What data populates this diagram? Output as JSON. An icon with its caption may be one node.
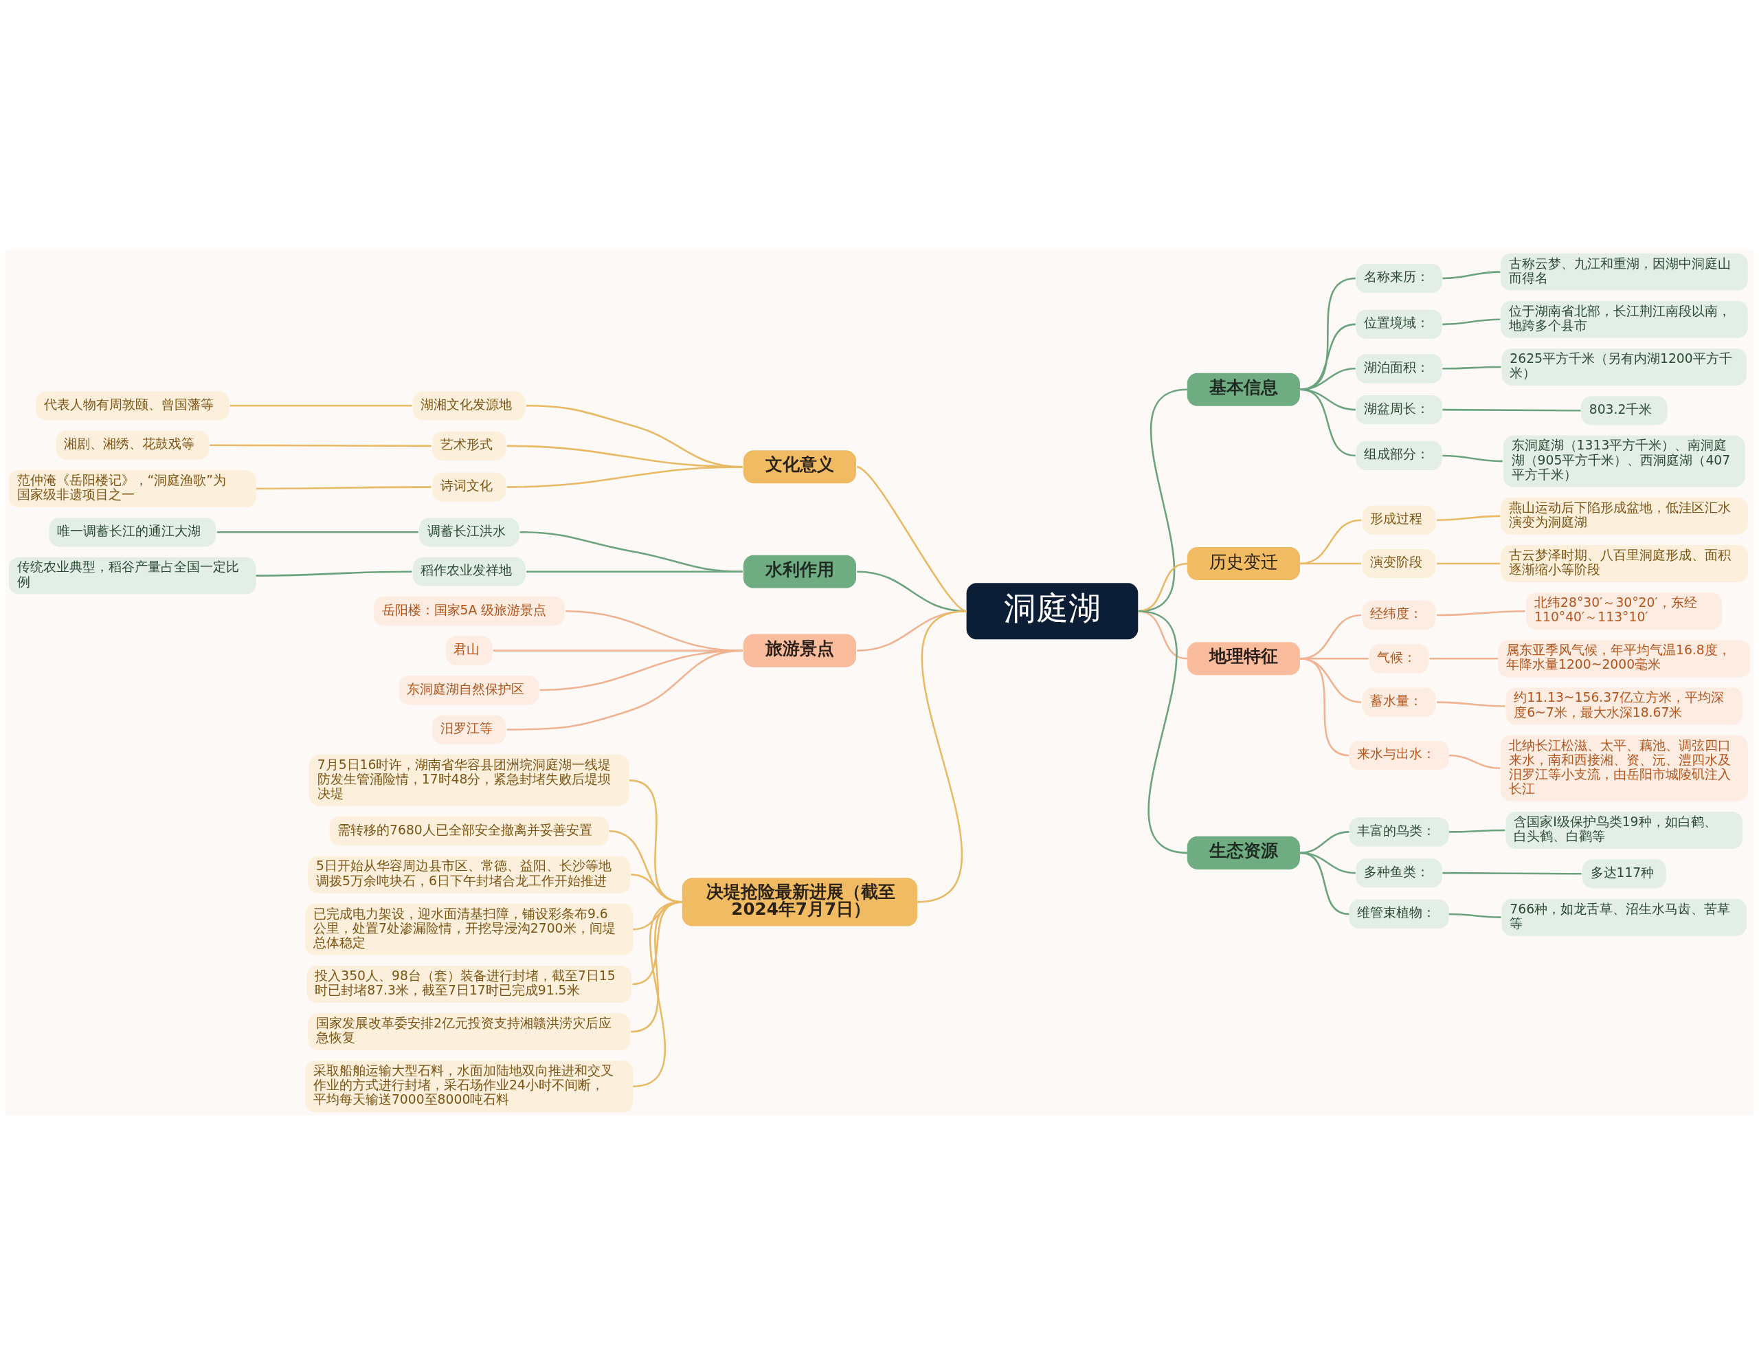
{
  "diagram": {
    "nodes": [
      {
        "text": [
          "洞庭湖"
        ]
      },
      {
        "text": [
          "基本信息"
        ]
      },
      {
        "text": [
          "名称来历："
        ]
      },
      {
        "text": [
          "古称云梦、九江和重湖，因湖中洞庭山而得名"
        ]
      },
      {
        "text": [
          "位置境域："
        ]
      },
      {
        "text": [
          "位于湖南省北部，长江荆江南段以南，地跨多个县市"
        ]
      },
      {
        "text": [
          "湖泊面积："
        ]
      },
      {
        "text": [
          "2625平方千米（另有内湖1200平方千米）"
        ]
      },
      {
        "text": [
          "湖盆周长："
        ]
      },
      {
        "text": [
          "803.2千米"
        ]
      },
      {
        "text": [
          "组成部分："
        ]
      },
      {
        "text": [
          "东洞庭湖（1313平方千米）、南洞庭湖（905平方千米）、西洞庭湖（407平方千米）"
        ]
      },
      {
        "text": [
          "历史变迁"
        ]
      },
      {
        "text": [
          "形成过程"
        ]
      },
      {
        "text": [
          "燕山运动后下陷形成盆地，低洼区汇水演变为洞庭湖"
        ]
      },
      {
        "text": [
          "演变阶段"
        ]
      },
      {
        "text": [
          "古云梦泽时期、八百里洞庭形成、面积逐渐缩小等阶段"
        ]
      },
      {
        "text": [
          "地理特征"
        ]
      },
      {
        "text": [
          "经纬度："
        ]
      },
      {
        "text": [
          "北纬28°30′～30°20′，东经110°40′～113°10′"
        ]
      },
      {
        "text": [
          "气候："
        ]
      },
      {
        "text": [
          "属东亚季风气候，年平均气温16.8度，年降水量1200~2000毫米"
        ]
      },
      {
        "text": [
          "蓄水量："
        ]
      },
      {
        "text": [
          "约11.13~156.37亿立方米，平均深度6~7米，最大水深18.67米"
        ]
      },
      {
        "text": [
          "来水与出水："
        ]
      },
      {
        "text": [
          "北纳长江松滋、太平、藕池、调弦四口来水，南和西接湘、资、沅、澧四水及汨罗江等小支流，由岳阳市城陵矶注入长江"
        ]
      },
      {
        "text": [
          "生态资源"
        ]
      },
      {
        "text": [
          "丰富的鸟类："
        ]
      },
      {
        "text": [
          "含国家Ⅰ级保护鸟类19种，如白鹤、白头鹤、白鹳等"
        ]
      },
      {
        "text": [
          "多种鱼类："
        ]
      },
      {
        "text": [
          "多达117种"
        ]
      },
      {
        "text": [
          "维管束植物："
        ]
      },
      {
        "text": [
          "766种，如龙舌草、沼生水马齿、苦草等"
        ]
      },
      {
        "text": [
          "文化意义"
        ]
      },
      {
        "text": [
          "湖湘文化发源地"
        ]
      },
      {
        "text": [
          "代表人物有周敦颐、曾国藩等"
        ]
      },
      {
        "text": [
          "艺术形式"
        ]
      },
      {
        "text": [
          "湘剧、湘绣、花鼓戏等"
        ]
      },
      {
        "text": [
          "诗词文化"
        ]
      },
      {
        "text": [
          "范仲淹《岳阳楼记》，“洞庭渔歌”为国家级非遗项目之一"
        ]
      },
      {
        "text": [
          "水利作用"
        ]
      },
      {
        "text": [
          "调蓄长江洪水"
        ]
      },
      {
        "text": [
          "唯一调蓄长江的通江大湖"
        ]
      },
      {
        "text": [
          "稻作农业发祥地"
        ]
      },
      {
        "text": [
          "传统农业典型，稻谷产量占全国一定比例"
        ]
      },
      {
        "text": [
          "旅游景点"
        ]
      },
      {
        "text": [
          "岳阳楼：国家5A 级旅游景点"
        ]
      },
      {
        "text": [
          "君山"
        ]
      },
      {
        "text": [
          "东洞庭湖自然保护区"
        ]
      },
      {
        "text": [
          "汨罗江等"
        ]
      },
      {
        "text": [
          "决堤抢险最新进展（截至2024年7月7日）"
        ]
      },
      {
        "text": [
          "7月5日16时许，湖南省华容县团洲垸洞庭湖一线堤防发生管涌险情，17时48分，紧急封堵失败后堤坝决堤"
        ]
      },
      {
        "text": [
          "需转移的7680人已全部安全撤离并妥善安置"
        ]
      },
      {
        "text": [
          "5日开始从华容周边县市区、常德、益阳、长沙等地调拨5万余吨块石，6日下午封堵合龙工作开始推进"
        ]
      },
      {
        "text": [
          "已完成电力架设，迎水面清基扫障，铺设彩条布9.6公里，处置7处渗漏险情，开挖导浸沟2700米，间堤总体稳定"
        ]
      },
      {
        "text": [
          "投入350人、98台（套）装备进行封堵，截至7日15时已封堵87.3米，截至7日17时已完成91.5米"
        ]
      },
      {
        "text": [
          "国家发展改革委安排2亿元投资支持湘赣洪涝灾后应急恢复"
        ]
      },
      {
        "text": [
          "采取船舶运输大型石料，水面加陆地双向推进和交叉作业的方式进行封堵，采石场作业24小时不间断，平均每天输送7000至8000吨石料"
        ]
      }
    ],
    "edges": [
      {
        "from": 0,
        "to": 1,
        "arrow": "none"
      },
      {
        "from": 1,
        "to": 2,
        "arrow": "none"
      },
      {
        "from": 2,
        "to": 3,
        "arrow": "none"
      },
      {
        "from": 1,
        "to": 4,
        "arrow": "none"
      },
      {
        "from": 4,
        "to": 5,
        "arrow": "none"
      },
      {
        "from": 1,
        "to": 6,
        "arrow": "none"
      },
      {
        "from": 6,
        "to": 7,
        "arrow": "none"
      },
      {
        "from": 1,
        "to": 8,
        "arrow": "none"
      },
      {
        "from": 8,
        "to": 9,
        "arrow": "none"
      },
      {
        "from": 1,
        "to": 10,
        "arrow": "none"
      },
      {
        "from": 10,
        "to": 11,
        "arrow": "none"
      },
      {
        "from": 0,
        "to": 12,
        "arrow": "none",
        "color": "#e8ba66"
      },
      {
        "from": 12,
        "to": 13,
        "arrow": "none",
        "color": "#e8ba66"
      },
      {
        "from": 13,
        "to": 14,
        "arrow": "none",
        "color": "#e8ba66"
      },
      {
        "from": 12,
        "to": 15,
        "arrow": "none",
        "color": "#e8ba66"
      },
      {
        "from": 15,
        "to": 16,
        "arrow": "none",
        "color": "#e8ba66"
      },
      {
        "from": 0,
        "to": 17,
        "arrow": "none",
        "color": "#f0b392"
      },
      {
        "from": 17,
        "to": 18,
        "arrow": "none",
        "color": "#f0b392"
      },
      {
        "from": 18,
        "to": 19,
        "arrow": "none",
        "color": "#f0b392"
      },
      {
        "from": 17,
        "to": 20,
        "arrow": "none",
        "color": "#f0b392"
      },
      {
        "from": 20,
        "to": 21,
        "arrow": "none",
        "color": "#f0b392"
      },
      {
        "from": 17,
        "to": 22,
        "arrow": "none",
        "color": "#f0b392"
      },
      {
        "from": 22,
        "to": 23,
        "arrow": "none",
        "color": "#f0b392"
      },
      {
        "from": 17,
        "to": 24,
        "arrow": "none",
        "color": "#f0b392"
      },
      {
        "from": 24,
        "to": 25,
        "arrow": "none",
        "color": "#f0b392"
      },
      {
        "from": 0,
        "to": 26,
        "arrow": "none"
      },
      {
        "from": 26,
        "to": 27,
        "arrow": "none"
      },
      {
        "from": 27,
        "to": 28,
        "arrow": "none"
      },
      {
        "from": 26,
        "to": 29,
        "arrow": "none"
      },
      {
        "from": 29,
        "to": 30,
        "arrow": "none"
      },
      {
        "from": 26,
        "to": 31,
        "arrow": "none"
      },
      {
        "from": 31,
        "to": 32,
        "arrow": "none"
      },
      {
        "from": 0,
        "to": 33,
        "arrow": "none",
        "color": "#e8ba66"
      },
      {
        "from": 33,
        "to": 34,
        "arrow": "none",
        "color": "#e8ba66"
      },
      {
        "from": 34,
        "to": 35,
        "arrow": "none",
        "color": "#e8ba66"
      },
      {
        "from": 33,
        "to": 36,
        "arrow": "none",
        "color": "#e8ba66"
      },
      {
        "from": 36,
        "to": 37,
        "arrow": "none",
        "color": "#e8ba66"
      },
      {
        "from": 33,
        "to": 38,
        "arrow": "none",
        "color": "#e8ba66"
      },
      {
        "from": 38,
        "to": 39,
        "arrow": "none",
        "color": "#e8ba66"
      },
      {
        "from": 0,
        "to": 40,
        "arrow": "none"
      },
      {
        "from": 40,
        "to": 41,
        "arrow": "none"
      },
      {
        "from": 41,
        "to": 42,
        "arrow": "none"
      },
      {
        "from": 40,
        "to": 43,
        "arrow": "none"
      },
      {
        "from": 43,
        "to": 44,
        "arrow": "none"
      },
      {
        "from": 0,
        "to": 45,
        "arrow": "none",
        "color": "#f0b392"
      },
      {
        "from": 45,
        "to": 46,
        "arrow": "none",
        "color": "#f0b392"
      },
      {
        "from": 45,
        "to": 47,
        "arrow": "none",
        "color": "#f0b392"
      },
      {
        "from": 45,
        "to": 48,
        "arrow": "none",
        "color": "#f0b392"
      },
      {
        "from": 45,
        "to": 49,
        "arrow": "none",
        "color": "#f0b392"
      },
      {
        "from": 0,
        "to": 50,
        "arrow": "none",
        "color": "#e8ba66"
      },
      {
        "from": 50,
        "to": 51,
        "arrow": "none",
        "color": "#e8ba66"
      },
      {
        "from": 50,
        "to": 52,
        "arrow": "none",
        "color": "#e8ba66"
      },
      {
        "from": 50,
        "to": 53,
        "arrow": "none",
        "color": "#e8ba66"
      },
      {
        "from": 50,
        "to": 54,
        "arrow": "none",
        "color": "#e8ba66"
      },
      {
        "from": 50,
        "to": 55,
        "arrow": "none",
        "color": "#e8ba66"
      },
      {
        "from": 50,
        "to": 56,
        "arrow": "none",
        "color": "#e8ba66"
      },
      {
        "from": 50,
        "to": 57,
        "arrow": "none",
        "color": "#e8ba66"
      }
    ]
  }
}
